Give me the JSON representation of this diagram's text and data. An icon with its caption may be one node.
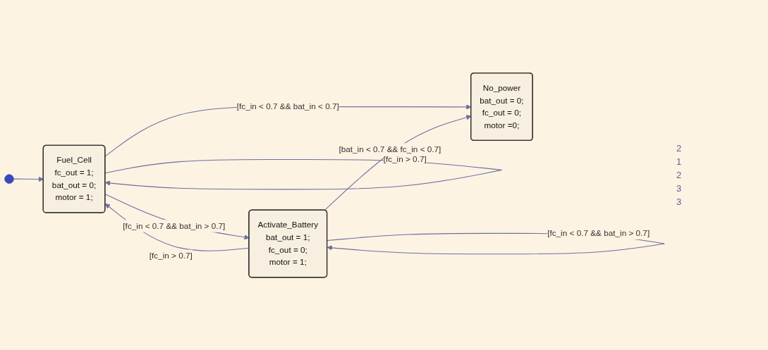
{
  "diagram": {
    "nodes": [
      {
        "text": [],
        "shape": "circle"
      },
      {
        "text": [
          "Fuel_Cell",
          "fc_out = 1;",
          "bat_out = 0;",
          "motor = 1;"
        ]
      },
      {
        "text": [
          "Activate_Battery",
          "bat_out = 1;",
          "fc_out = 0;",
          "motor = 1;"
        ]
      },
      {
        "text": [
          "No_power",
          "bat_out = 0;",
          "fc_out = 0;",
          "motor =0;"
        ]
      }
    ],
    "edges": [
      {
        "from": 0,
        "to": 1,
        "arrow": "to"
      },
      {
        "from": 1,
        "to": 1,
        "arrow": "to",
        "label": "[fc_in > 0.7]"
      },
      {
        "from": 2,
        "to": 1,
        "arrow": "to",
        "label": "[fc_in > 0.7]"
      },
      {
        "from": 2,
        "to": 2,
        "arrow": "to",
        "label": "[fc_in < 0.7 && bat_in > 0.7]"
      },
      {
        "from": 1,
        "to": 2,
        "arrow": "to",
        "label": "[fc_in < 0.7 && bat_in > 0.7]"
      },
      {
        "from": 1,
        "to": 3,
        "arrow": "to",
        "label": "[fc_in < 0.7 && bat_in < 0.7]"
      },
      {
        "from": 2,
        "to": 3,
        "arrow": "to",
        "label": "[bat_in < 0.7 && fc_in < 0.7]"
      }
    ],
    "labels": [
      "2",
      "1",
      "2",
      "3",
      "3"
    ]
  }
}
